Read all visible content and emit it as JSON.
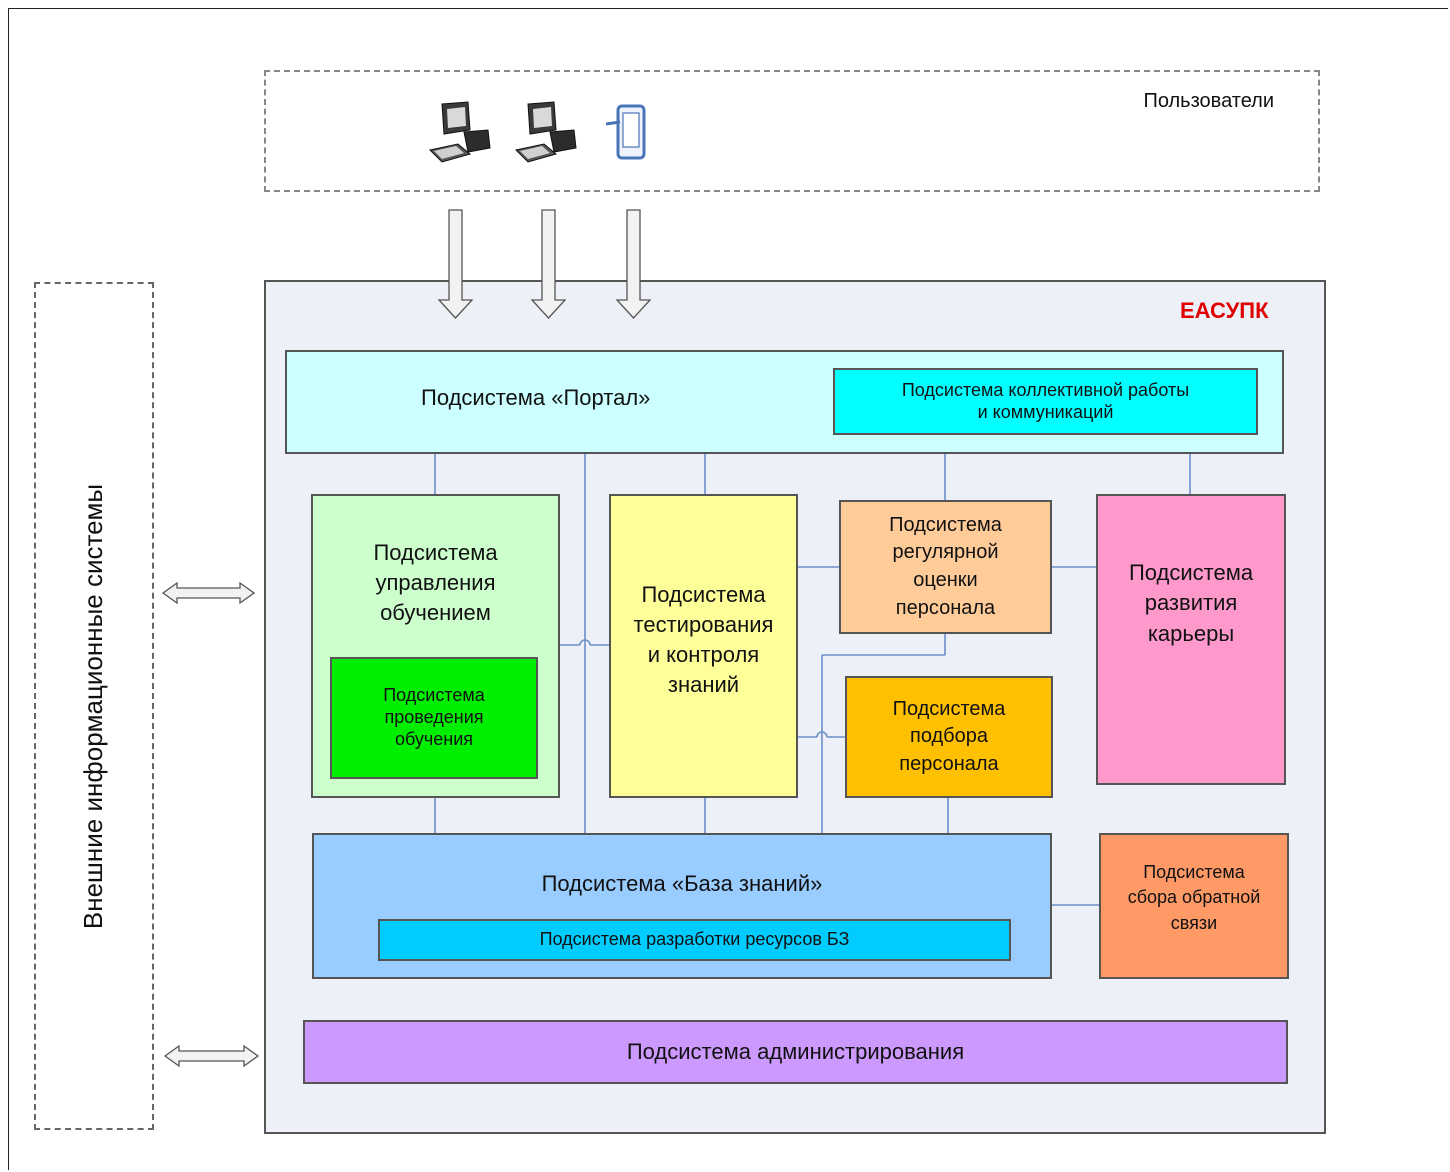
{
  "users": {
    "label": "Пользователи"
  },
  "external": {
    "label": "Внешние информационные системы"
  },
  "main": {
    "title": "ЕАСУПК",
    "title_color": "#e00000"
  },
  "portal": {
    "label": "Подсистема «Портал»",
    "color": "#ccffff"
  },
  "collab": {
    "label_line1": "Подсистема коллективной работы",
    "label_line2": "и коммуникаций",
    "color": "#00ffff"
  },
  "learning_mgmt": {
    "label_line1": "Подсистема",
    "label_line2": "управления",
    "label_line3": "обучением",
    "color": "#ccffcc"
  },
  "learning_exec": {
    "label_line1": "Подсистема",
    "label_line2": "проведения",
    "label_line3": "обучения",
    "color": "#00ee00"
  },
  "testing": {
    "label_line1": "Подсистема",
    "label_line2": "тестирования",
    "label_line3": "и контроля",
    "label_line4": "знаний",
    "color": "#ffff99"
  },
  "assessment": {
    "label_line1": "Подсистема",
    "label_line2": "регулярной",
    "label_line3": "оценки",
    "label_line4": "персонала",
    "color": "#ffcc99"
  },
  "recruiting": {
    "label_line1": "Подсистема",
    "label_line2": "подбора",
    "label_line3": "персонала",
    "color": "#ffc000"
  },
  "career": {
    "label_line1": "Подсистема",
    "label_line2": "развития",
    "label_line3": "карьеры",
    "color": "#ff99cc"
  },
  "knowledge_base": {
    "label": "Подсистема «База знаний»",
    "color": "#99ccff"
  },
  "kb_resources": {
    "label": "Подсистема разработки ресурсов БЗ",
    "color": "#00ccff"
  },
  "feedback": {
    "label_line1": "Подсистема",
    "label_line2": "сбора обратной",
    "label_line3": "связи",
    "color": "#ff9966"
  },
  "admin": {
    "label": "Подсистема администрирования",
    "color": "#cc99ff"
  },
  "icons": [
    "desktop-computer-icon",
    "desktop-computer-icon",
    "mobile-device-icon"
  ]
}
